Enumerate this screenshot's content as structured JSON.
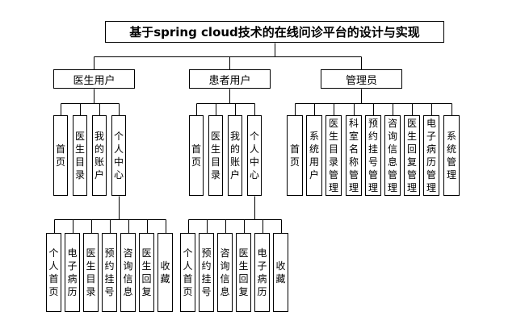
{
  "title": "基于spring cloud技术的在线问诊平台的设计与实现",
  "roles": [
    {
      "id": "doctor",
      "label": "医生用户",
      "functions": [
        "首页",
        "医生目录",
        "我的账户",
        "个人中心"
      ],
      "expand_index": 3,
      "sub_functions": [
        "个人首页",
        "电子病历",
        "医生目录",
        "预约挂号",
        "咨询信息",
        "医生回复",
        "收藏"
      ]
    },
    {
      "id": "patient",
      "label": "患者用户",
      "functions": [
        "首页",
        "医生目录",
        "我的账户",
        "个人中心"
      ],
      "expand_index": 3,
      "sub_functions": [
        "个人首页",
        "预约挂号",
        "咨询信息",
        "医生回复",
        "电子病历",
        "收藏"
      ]
    },
    {
      "id": "admin",
      "label": "管理员",
      "functions": [
        "首页",
        "系统用户",
        "医生目录管理",
        "科室名称管理",
        "预约挂号管理",
        "咨询信息管理",
        "医生回复管理",
        "电子病历管理",
        "系统管理"
      ]
    }
  ]
}
